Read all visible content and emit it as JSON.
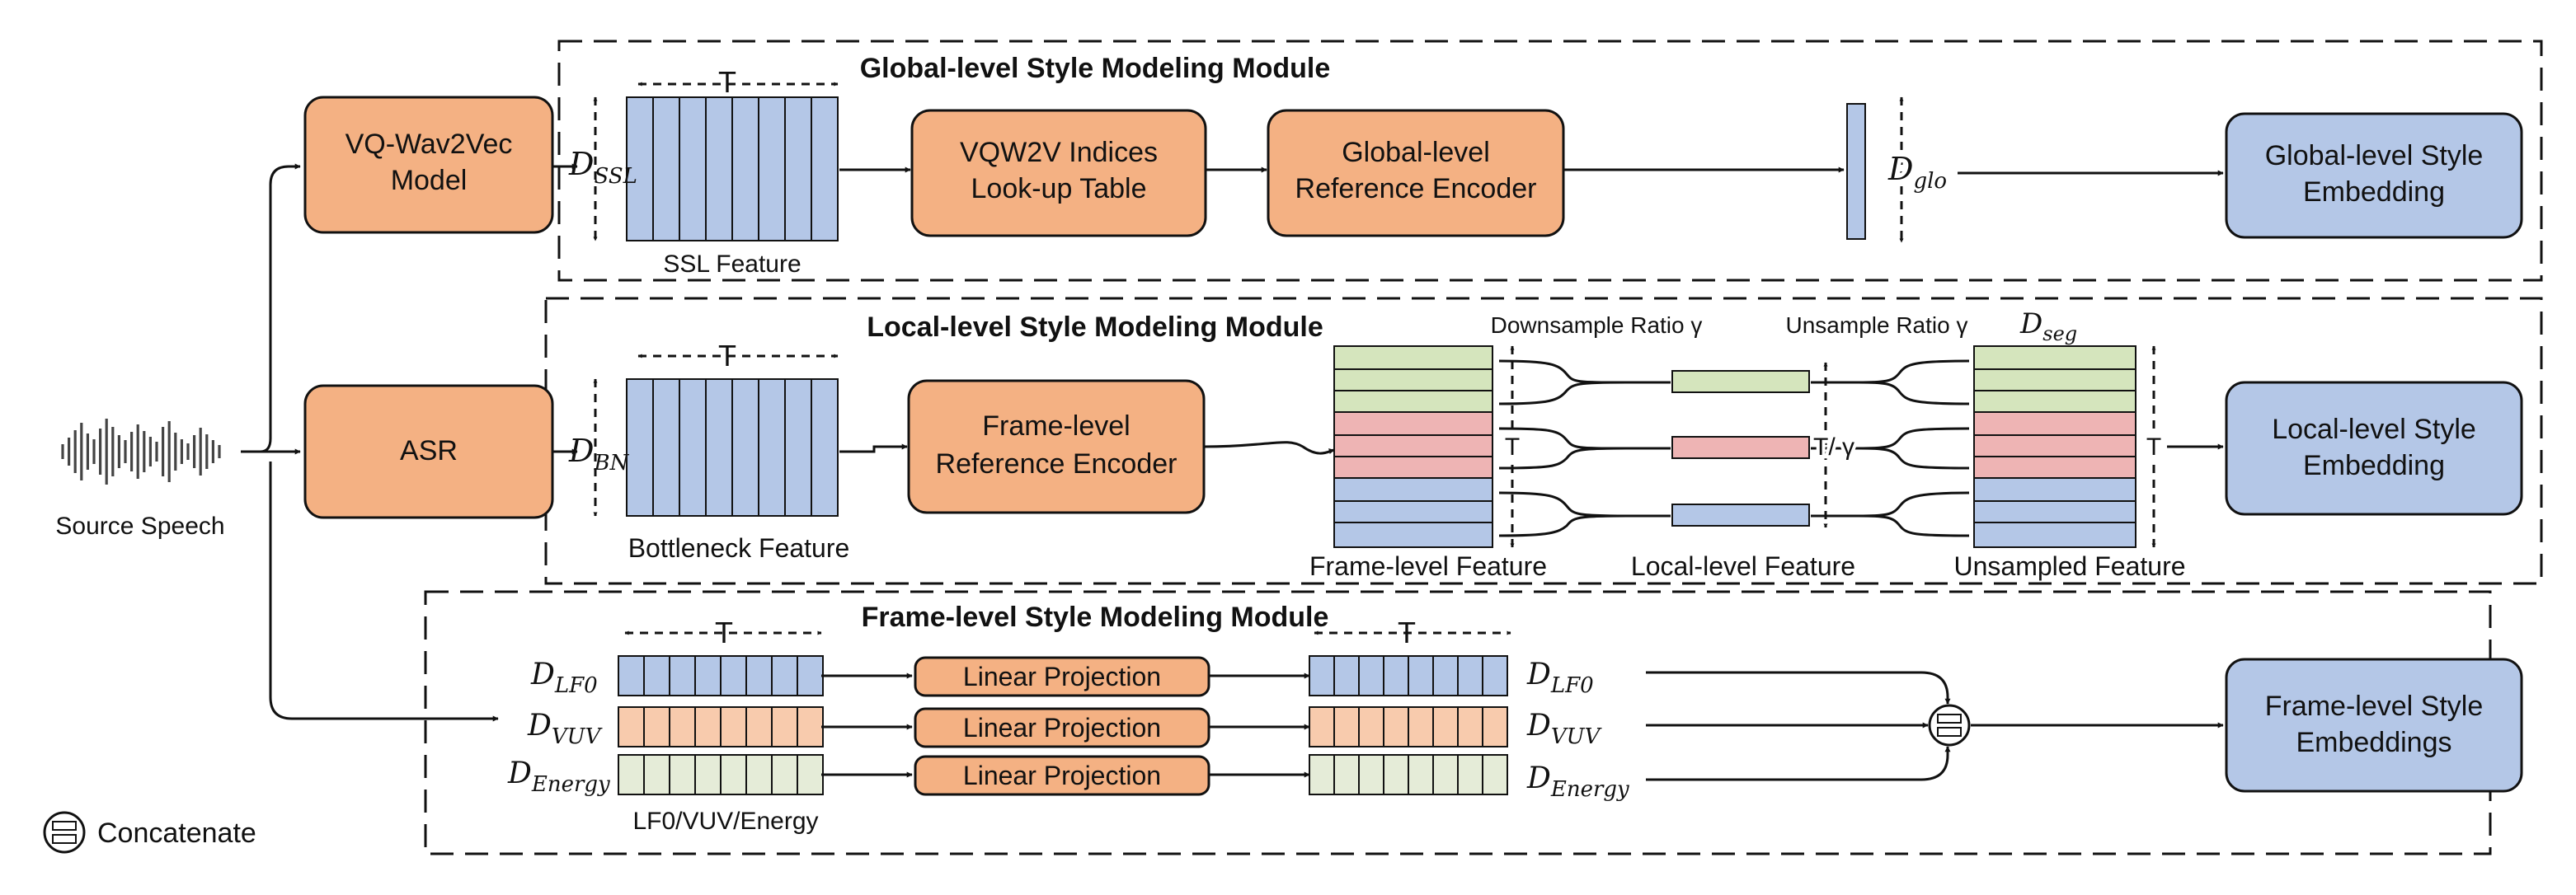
{
  "modules": {
    "global": {
      "title": "Global-level Style Modeling Module"
    },
    "local": {
      "title": "Local-level Style Modeling Module"
    },
    "frame": {
      "title": "Frame-level Style Modeling Module"
    }
  },
  "input": {
    "label": "Source Speech"
  },
  "blocks": {
    "vq_model": [
      "VQ-Wav2Vec",
      "Model"
    ],
    "asr": [
      "ASR"
    ],
    "vqw2v_lookup": [
      "VQW2V Indices",
      "Look-up Table"
    ],
    "global_ref_encoder": [
      "Global-level",
      "Reference Encoder"
    ],
    "global_embedding": [
      "Global-level Style",
      "Embedding"
    ],
    "frame_ref_encoder": [
      "Frame-level",
      "Reference Encoder"
    ],
    "local_embedding": [
      "Local-level Style",
      "Embedding"
    ],
    "linear_projection": "Linear Projection",
    "frame_embeddings": [
      "Frame-level Style",
      "Embeddings"
    ]
  },
  "features": {
    "ssl": "SSL Feature",
    "bottleneck": "Bottleneck Feature",
    "frame_level": "Frame-level Feature",
    "local_level": "Local-level Feature",
    "unsampled": "Unsampled Feature",
    "lf0_vuv_energy": "LF0/VUV/Energy"
  },
  "symbols": {
    "T": "T",
    "T_over_gamma": "T/ γ",
    "downsample_ratio": "Downsample Ratio  γ",
    "unsample_ratio": "Unsample Ratio  γ",
    "d_ssl": {
      "base": "D",
      "sub": "SSL"
    },
    "d_bn": {
      "base": "D",
      "sub": "BN"
    },
    "d_glo": {
      "base": "D",
      "sub": "glo"
    },
    "d_seg": {
      "base": "D",
      "sub": "seg"
    },
    "d_lf0": {
      "base": "D",
      "sub": "LF0"
    },
    "d_vuv": {
      "base": "D",
      "sub": "VUV"
    },
    "d_energy": {
      "base": "D",
      "sub": "Energy"
    }
  },
  "legend": {
    "concatenate": "Concatenate"
  },
  "colors": {
    "orange_block": "#f4b183",
    "blue_block": "#b4c7e7",
    "feature_blue": "#b4c7e7",
    "feature_green": "#d5e5bd",
    "feature_pink": "#eeb4b4",
    "feature_orange": "#f8cbad",
    "feature_cream": "#e5ecd8"
  }
}
